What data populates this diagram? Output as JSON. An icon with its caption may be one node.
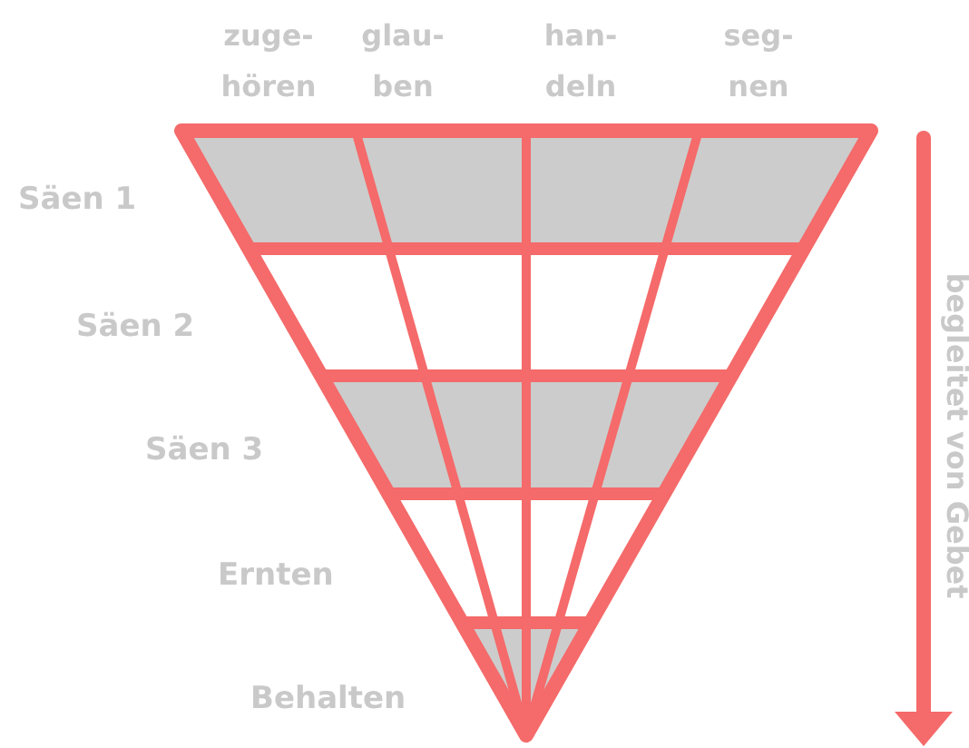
{
  "diagram": {
    "labels": [
      "zuge- hören",
      "glau- ben",
      "han- deln",
      "seg- nen",
      "Säen 1",
      "Säen 2",
      "Säen 3",
      "Ernten",
      "Behalten",
      "begleitet von Gebet"
    ]
  }
}
